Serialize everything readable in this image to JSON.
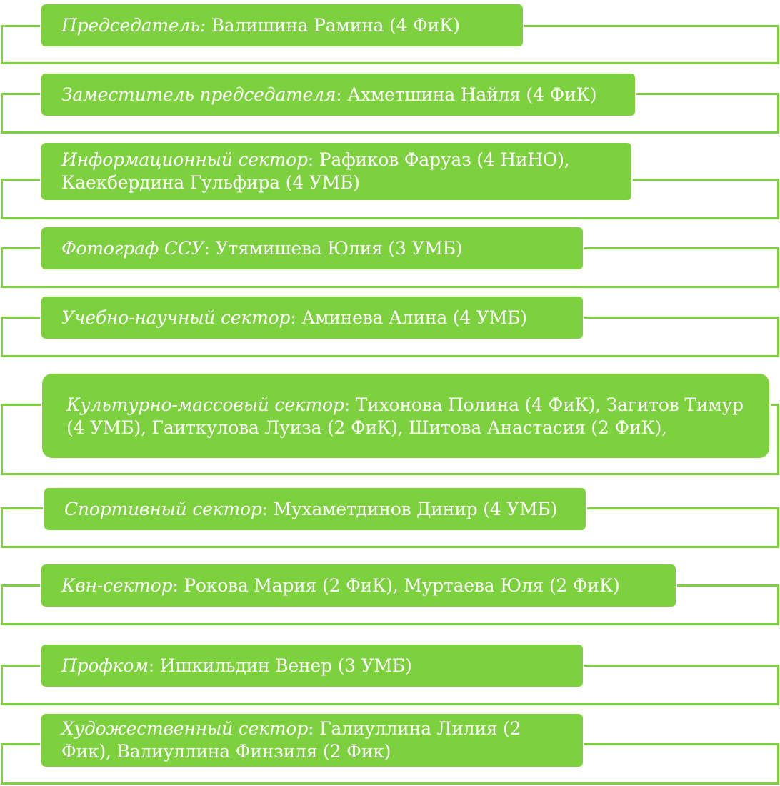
{
  "colors": {
    "accent": "#7ed13e",
    "text": "#ffffff",
    "background": "#ffffff"
  },
  "items": [
    {
      "role": "Председатель:",
      "sep": " ",
      "names": "Валишина Рамина (4 ФиК)"
    },
    {
      "role": "Заместитель председателя",
      "sep": ": ",
      "names": "Ахметшина Найля (4 ФиК)"
    },
    {
      "role": "Информационный сектор",
      "sep": ": ",
      "names": "Рафиков Фаруаз (4 НиНО), Каекбердина Гульфира (4 УМБ)"
    },
    {
      "role": "Фотограф ССУ",
      "sep": ": ",
      "names": "Утямишева Юлия (3 УМБ)"
    },
    {
      "role": "Учебно-научный сектор",
      "sep": ": ",
      "names": "Аминева Алина (4 УМБ)"
    },
    {
      "role": "Культурно-массовый сектор",
      "sep": ": ",
      "names": "Тихонова Полина (4 ФиК), Загитов Тимур (4 УМБ), Гаиткулова Луиза (2 ФиК), Шитова Анастасия (2 ФиК),"
    },
    {
      "role": "Спортивный сектор",
      "sep": ": ",
      "names": "Мухаметдинов Динир (4 УМБ)"
    },
    {
      "role": "Квн-сектор",
      "sep": ": ",
      "names": "Рокова Мария (2 ФиК), Муртаева Юля (2 ФиК)"
    },
    {
      "role": "Профком",
      "sep": ": ",
      "names": "Ишкильдин Венер (3 УМБ)"
    },
    {
      "role": "Художественный сектор",
      "sep": ": ",
      "names": "Галиуллина Лилия (2 Фик), Валиуллина Финзиля (2 Фик)"
    }
  ]
}
